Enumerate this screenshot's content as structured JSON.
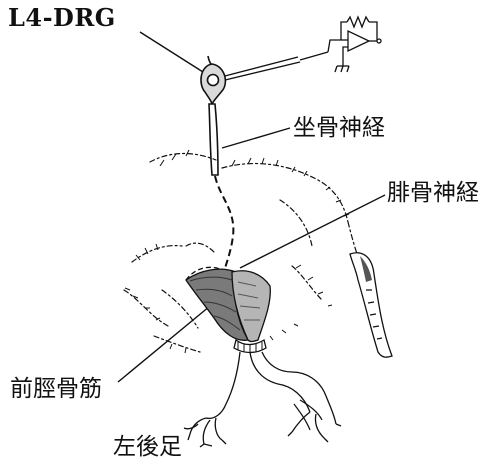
{
  "labels": {
    "drg": "L4-DRG",
    "sciatic_nerve": "坐骨神経",
    "peroneal_nerve": "腓骨神経",
    "tibialis_anterior": "前脛骨筋",
    "left_hind_paw": "左後足"
  },
  "colors": {
    "ink": "#111111",
    "muscle_shade": "#7a7a7a",
    "ganglion_fill": "#d9d9d9"
  },
  "icons": {
    "amplifier": "op-amp-icon",
    "ground": "ground-icon"
  }
}
